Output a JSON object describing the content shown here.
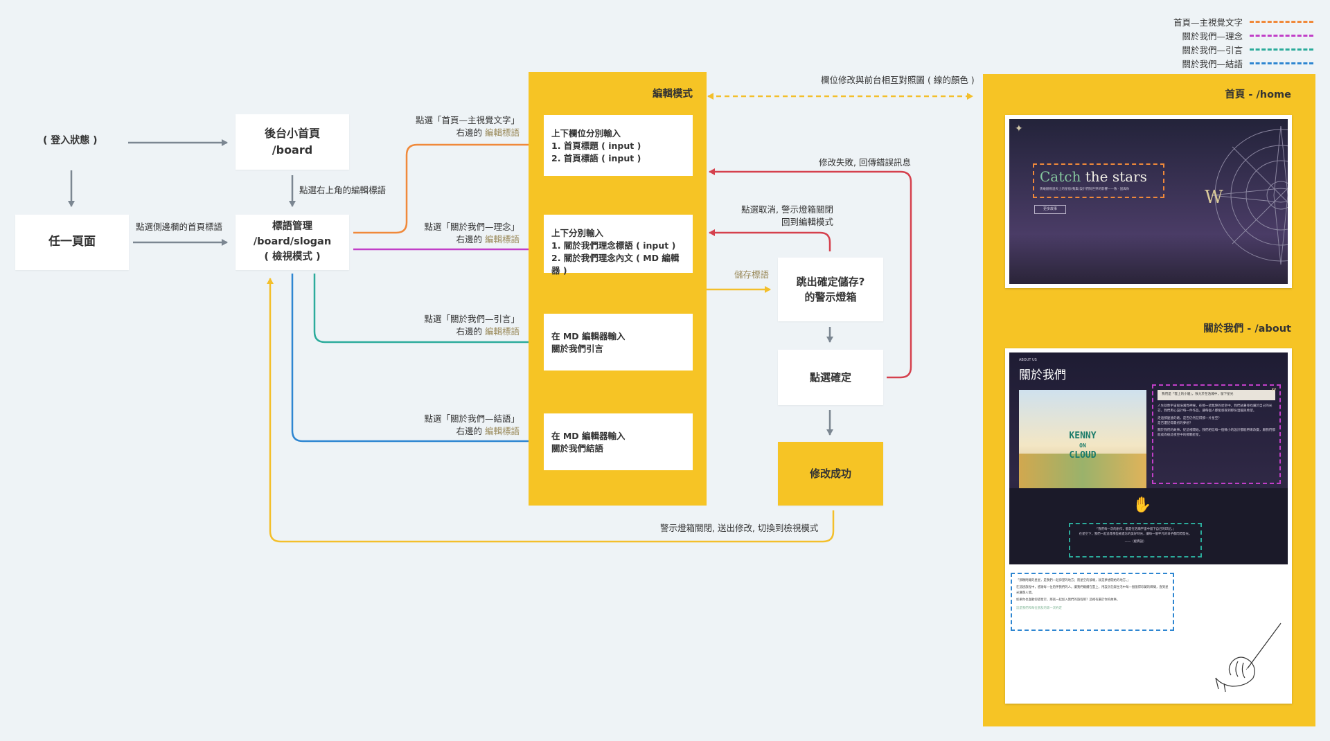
{
  "legend": [
    {
      "label": "首頁—主視覺文字",
      "color": "#f0893a"
    },
    {
      "label": "關於我們—理念",
      "color": "#c13fc8"
    },
    {
      "label": "關於我們—引言",
      "color": "#2bab9b"
    },
    {
      "label": "關於我們—結語",
      "color": "#2e86d1"
    }
  ],
  "nodes": {
    "login_state": "( 登入狀態 )",
    "any_page": "任一頁面",
    "board": "後台小首頁\n/board",
    "slogan": "標語管理\n/board/slogan\n( 檢視模式 )",
    "confirm_dialog": "跳出確定儲存?\n的警示燈箱",
    "click_confirm": "點選確定",
    "success": "修改成功"
  },
  "edit_panel": {
    "title": "編輯模式",
    "boxes": [
      "上下欄位分別輸入\n1. 首頁標題 ( input )\n2. 首頁標語 ( input )",
      "上下分別輸入\n1. 關於我們理念標語 ( input )\n2. 關於我們理念內文 ( MD 編輯器 )",
      "在 MD 編輯器輸入\n關於我們引言",
      "在 MD 編輯器輸入\n關於我們結語"
    ]
  },
  "edges": {
    "click_board_title": "點選右上角的編輯標語",
    "click_side_home": "點選側邊欄的首頁標語",
    "select_home_1": "點選「首頁—主視覺文字」",
    "select_home_2a": "右邊的",
    "select_home_2b": "編輯標語",
    "select_idea_1": "點選「關於我們—理念」",
    "select_idea_2a": "右邊的",
    "select_idea_2b": "編輯標語",
    "select_quote_1": "點選「關於我們—引言」",
    "select_quote_2a": "右邊的",
    "select_quote_2b": "編輯標語",
    "select_end_1": "點選「關於我們—結語」",
    "select_end_2a": "右邊的",
    "select_end_2b": "編輯標語",
    "save_label": "儲存標語",
    "fail_label": "修改失敗, 回傳錯誤訊息",
    "cancel_label": "點選取消, 警示燈箱關閉\n回到編輯模式",
    "bottom_label": "警示燈箱關閉, 送出修改, 切換到檢視模式",
    "top_link_label": "欄位修改與前台相互對照圖 ( 線的顏色 )"
  },
  "front_panel": {
    "home_title": "首頁 - /home",
    "about_title": "關於我們 - /about",
    "home_shot": {
      "heading_1": "Catch",
      "heading_2": "the stars",
      "subtext": "勇敢翻飛過天上的星宿(蒐集)設計們對世界的影響——致 · 固與你",
      "button": "更多故事",
      "side_letter": "W"
    },
    "about_shot": {
      "eyebrow": "ABOUT US",
      "title": "關於我們",
      "logo_1": "KENNY",
      "logo_2": "ON",
      "logo_3": "CLOUD",
      "idea_quote": "我們是「雲上的小貓」，致力於在浩瀚中，留下星光",
      "quote_mark": "”",
      "idea_body": "人生就像宇宙般浩瀚而神秘，在那一望無際的星空中，我們試著尋找屬於自己的光芒。我們用心設計每一件作品，讓每個人都能感受到那份溫暖與希望。",
      "idea_q1": "走過那麼遠的路，是否仍然記得那一片星空？",
      "idea_q2": "是否還記得最初的夢想？",
      "idea_body2": "關於我們的故事，從這裡開始。我們相信每一個微小的設計都能帶來改變，願我們都能成為彼此夜空中的那顆星星。",
      "mid_text_1": "「我們每一次的創作，都是在浩瀚宇宙中留下自己的印記。」",
      "mid_text_2": "在星空下，我們一起追尋那些被遺忘的美好時光，讓每一個平凡的日子都閃閃發光。",
      "mid_sign": "——（經典語）",
      "end_text_1": "「那顆閃耀的星星，是我們一起仰望的地方；而星空的彼端，就是夢想開始的地方。」",
      "end_text_2": "在這趟旅程中，感謝每一位陪伴我們的人。讓我們繼續在雲上，用設計記錄生活中每一個值得珍藏的瞬間，直到星光灑落人間。",
      "end_text_3": "如果你也喜歡仰望星空，那就一起加入我們的旅程吧？這裡有屬於你的故事。",
      "end_link": "這是我們和每位朋友的第一次約定"
    }
  }
}
